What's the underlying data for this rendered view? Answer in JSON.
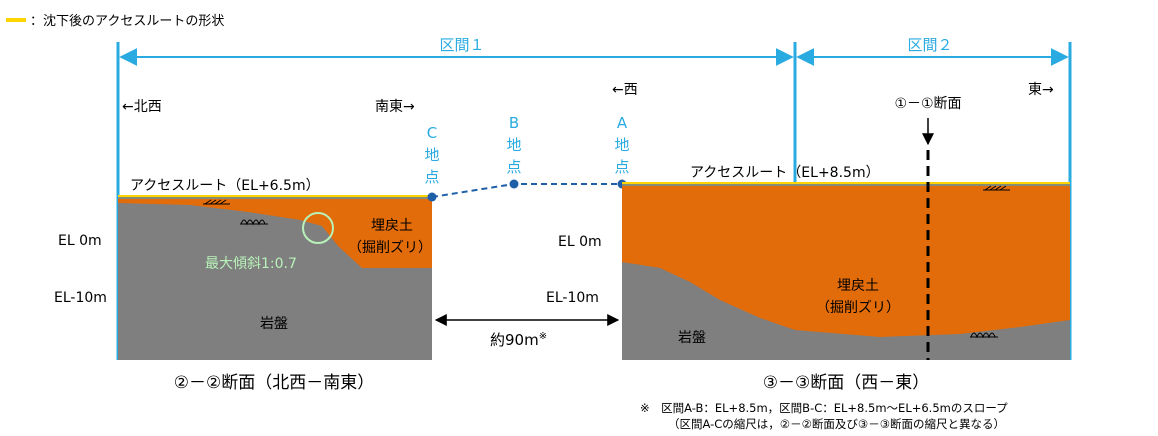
{
  "legend": {
    "label": "：沈下後のアクセスルートの形状",
    "line_color": "#ffd400"
  },
  "colors": {
    "blue": "#29abe2",
    "fill": "#e36c0a",
    "rock": "#7f7f7f",
    "highlight": "#b8f2b8",
    "point": "#1f5fa8"
  },
  "sections": {
    "sec1": "区間１",
    "sec2": "区間２"
  },
  "left": {
    "dir_left": "←北西",
    "dir_right": "南東→",
    "route": "アクセスルート（EL+6.5m）",
    "el0": "EL 0m",
    "el10": "EL-10m",
    "fill_l1": "埋戻土",
    "fill_l2": "（掘削ズリ）",
    "slope": "最大傾斜1:0.7",
    "rock": "岩盤",
    "caption": "②－②断面（北西－南東）"
  },
  "right": {
    "dir_left": "←西",
    "dir_right": "東→",
    "cut": "①－①断面",
    "route": "アクセスルート（EL+8.5m）",
    "el0": "EL 0m",
    "el10": "EL-10m",
    "fill_l1": "埋戻土",
    "fill_l2": "（掘削ズリ）",
    "rock": "岩盤",
    "caption": "③－③断面（西－東）"
  },
  "points": {
    "c": [
      "C",
      "地",
      "点"
    ],
    "b": [
      "B",
      "地",
      "点"
    ],
    "a": [
      "A",
      "地",
      "点"
    ]
  },
  "distance": {
    "label": "約90m",
    "mark": "※"
  },
  "note": {
    "line1": "※　区間A-B：EL+8.5m，区間B-C：EL+8.5m～EL+6.5mのスロープ",
    "line2": "（区間A-Cの縮尺は，②－②断面及び③－③断面の縮尺と異なる）"
  }
}
